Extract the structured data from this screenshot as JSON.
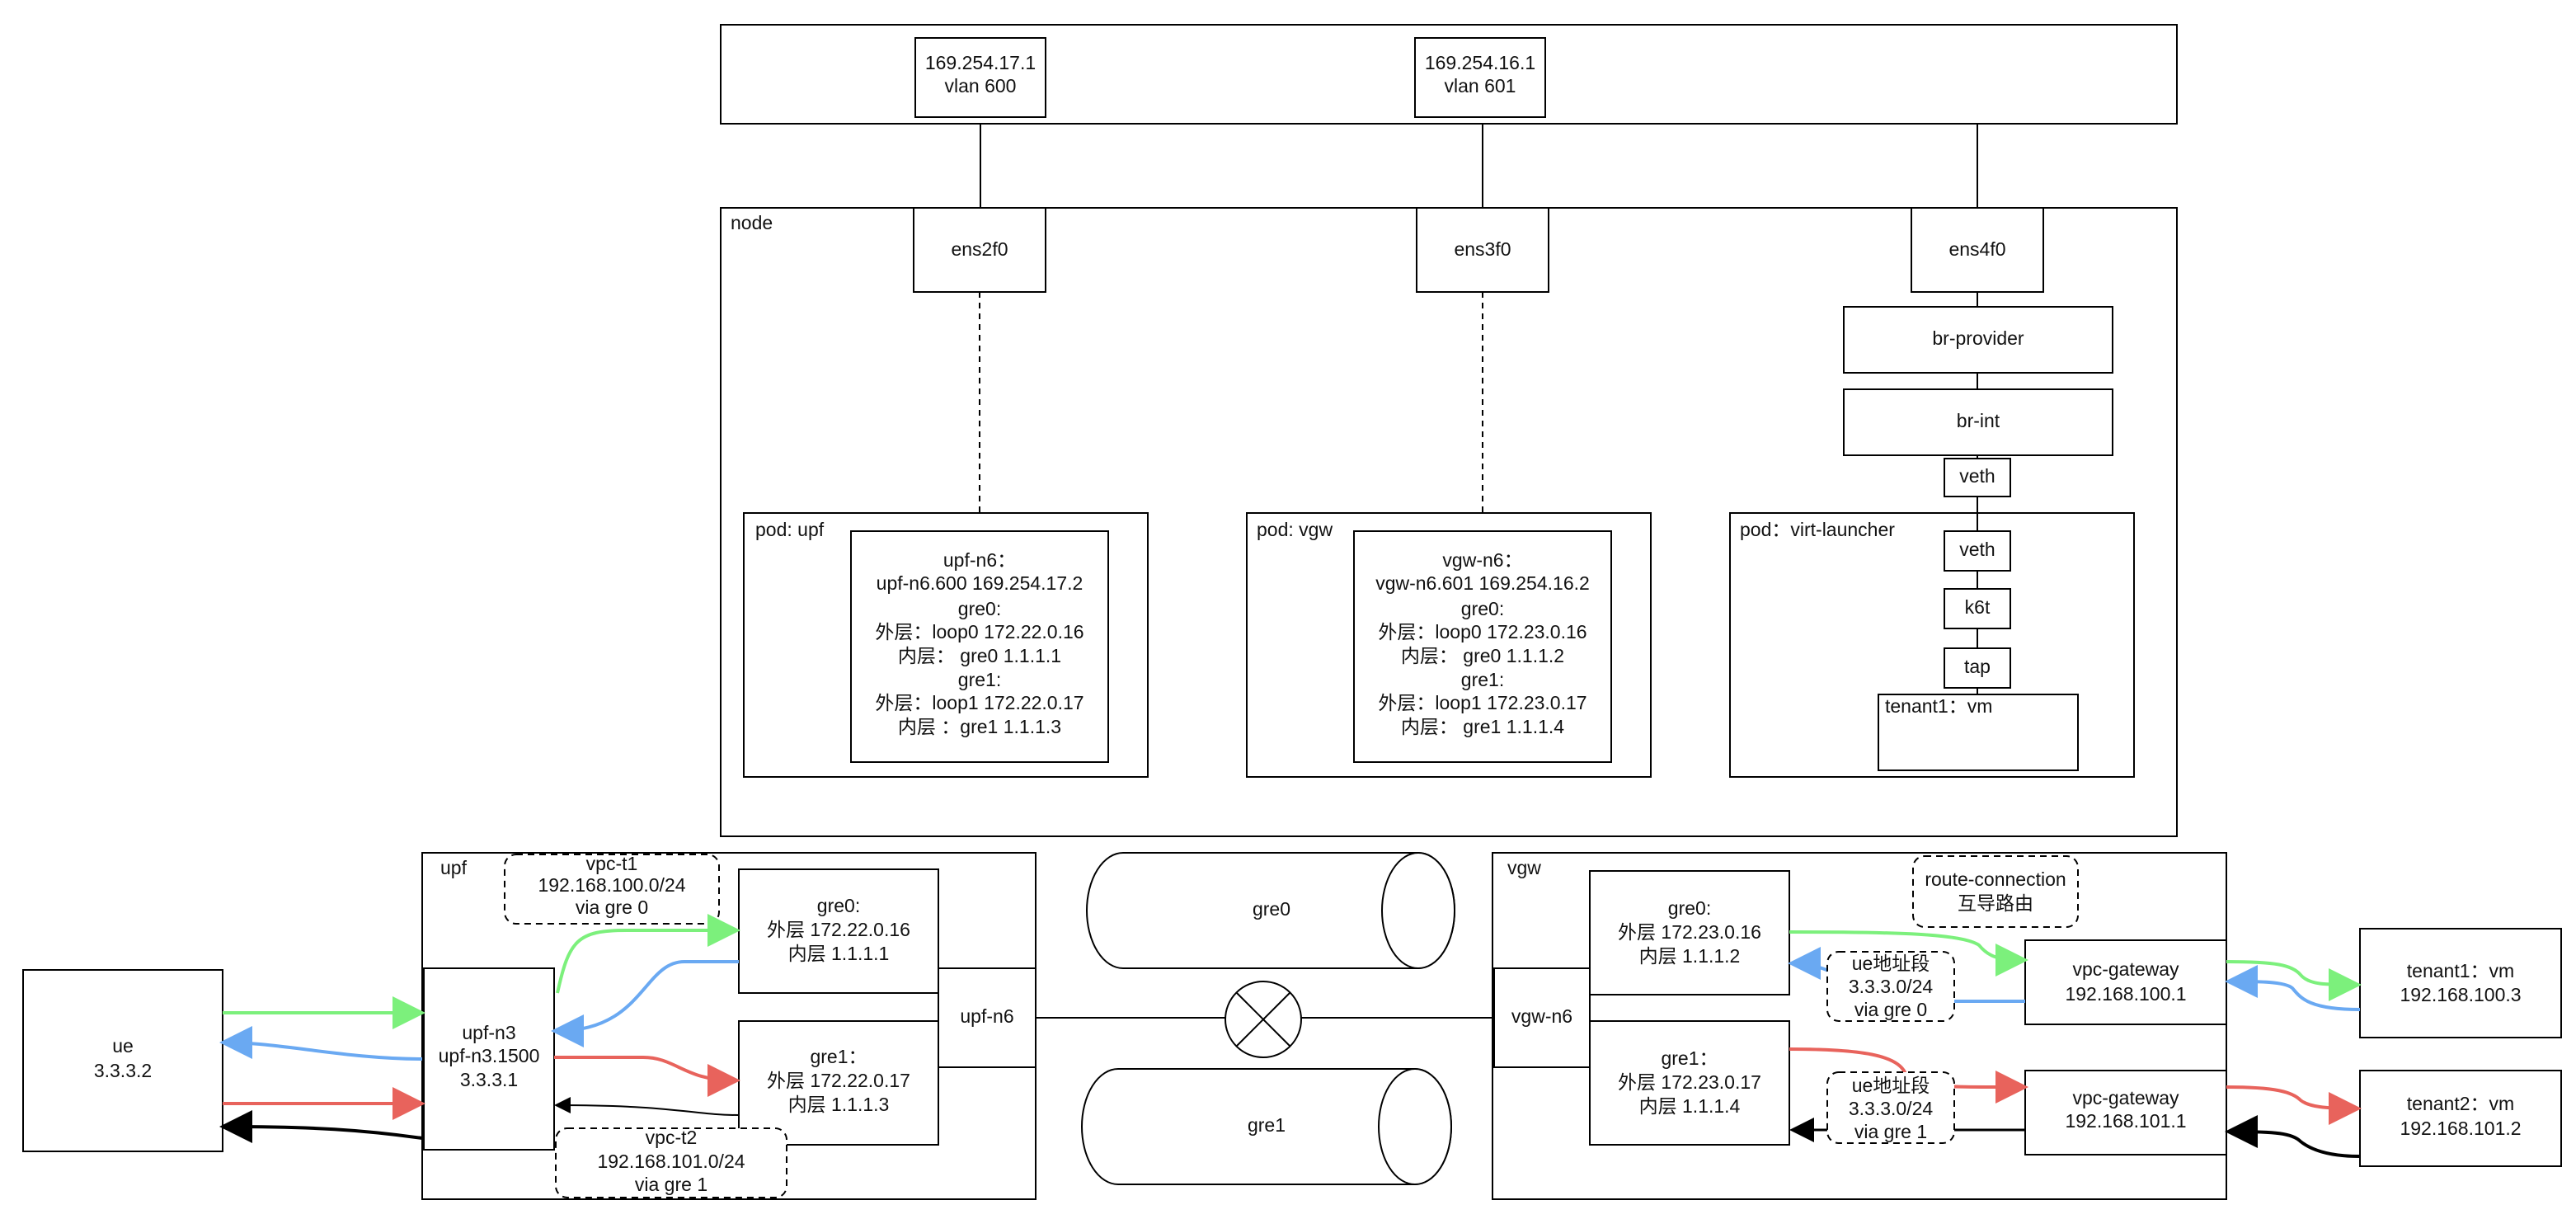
{
  "colors": {
    "green": "#7cf07c",
    "blue": "#6aa9f2",
    "red": "#e8635c",
    "black": "#000000"
  },
  "switch": {
    "vlan600": [
      "169.254.17.1",
      "vlan 600"
    ],
    "vlan601": [
      "169.254.16.1",
      "vlan 601"
    ]
  },
  "node": {
    "label": "node",
    "nics": {
      "ens2f0": "ens2f0",
      "ens3f0": "ens3f0",
      "ens4f0": "ens4f0"
    },
    "br_provider": "br-provider",
    "br_int": "br-int",
    "veth_outer": "veth",
    "pod_upf": {
      "label": "pod: upf",
      "info": [
        "upf-n6：",
        "upf-n6.600 169.254.17.2",
        "gre0:",
        "外层：loop0 172.22.0.16",
        "内层： gre0 1.1.1.1",
        "gre1:",
        "外层：loop1 172.22.0.17",
        "内层 ：gre1 1.1.1.3"
      ]
    },
    "pod_vgw": {
      "label": "pod: vgw",
      "info": [
        "vgw-n6：",
        "vgw-n6.601 169.254.16.2",
        "gre0:",
        "外层：loop0 172.23.0.16",
        "内层： gre0 1.1.1.2",
        "gre1:",
        "外层：loop1 172.23.0.17",
        "内层： gre1 1.1.1.4"
      ]
    },
    "pod_launcher": {
      "label": "pod：virt-launcher",
      "veth": "veth",
      "k6t": "k6t",
      "tap": "tap",
      "vm": "tenant1：vm"
    }
  },
  "ue": [
    "ue",
    "3.3.3.2"
  ],
  "upf": {
    "label": "upf",
    "vpc_t1": [
      "vpc-t1",
      "192.168.100.0/24",
      "via gre 0"
    ],
    "vpc_t2": [
      "vpc-t2",
      "192.168.101.0/24",
      "via gre 1"
    ],
    "n3": [
      "upf-n3",
      "upf-n3.1500",
      "3.3.3.1"
    ],
    "gre0": [
      "gre0:",
      "外层  172.22.0.16",
      "内层 1.1.1.1"
    ],
    "gre1": [
      "gre1：",
      "外层  172.22.0.17",
      "内层 1.1.1.3"
    ],
    "n6": "upf-n6"
  },
  "tunnels": {
    "gre0": "gre0",
    "gre1": "gre1"
  },
  "vgw": {
    "label": "vgw",
    "route_connection": [
      "route-connection",
      "互导路由"
    ],
    "n6": "vgw-n6",
    "gre0": [
      "gre0:",
      "外层  172.23.0.16",
      "内层 1.1.1.2"
    ],
    "gre1": [
      "gre1：",
      "外层  172.23.0.17",
      "内层 1.1.1.4"
    ],
    "ue_route0": [
      "ue地址段",
      "3.3.3.0/24",
      "via gre 0"
    ],
    "ue_route1": [
      "ue地址段",
      "3.3.3.0/24",
      "via gre 1"
    ],
    "gw1": [
      "vpc-gateway",
      "192.168.100.1"
    ],
    "gw2": [
      "vpc-gateway",
      "192.168.101.1"
    ]
  },
  "tenant1": [
    "tenant1：vm",
    "192.168.100.3"
  ],
  "tenant2": [
    "tenant2：vm",
    "192.168.101.2"
  ]
}
